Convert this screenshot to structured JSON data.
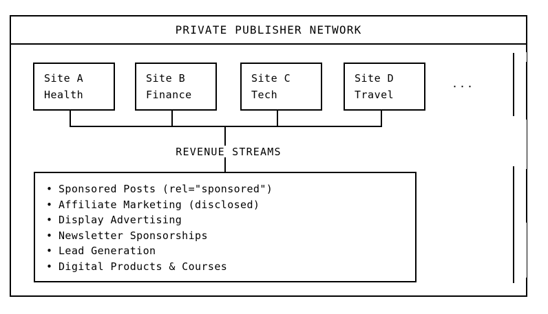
{
  "diagram": {
    "title": "PRIVATE PUBLISHER NETWORK",
    "sites": [
      {
        "name": "Site A",
        "niche": "Health"
      },
      {
        "name": "Site B",
        "niche": "Finance"
      },
      {
        "name": "Site C",
        "niche": "Tech"
      },
      {
        "name": "Site D",
        "niche": "Travel"
      }
    ],
    "more_sites_indicator": "...",
    "connector_label": "REVENUE STREAMS",
    "revenue_streams": [
      "Sponsored Posts (rel=\"sponsored\")",
      "Affiliate Marketing (disclosed)",
      "Display Advertising",
      "Newsletter Sponsorships",
      "Lead Generation",
      "Digital Products & Courses"
    ],
    "colors": {
      "stroke": "#000000",
      "background": "#ffffff",
      "text": "#000000"
    }
  }
}
